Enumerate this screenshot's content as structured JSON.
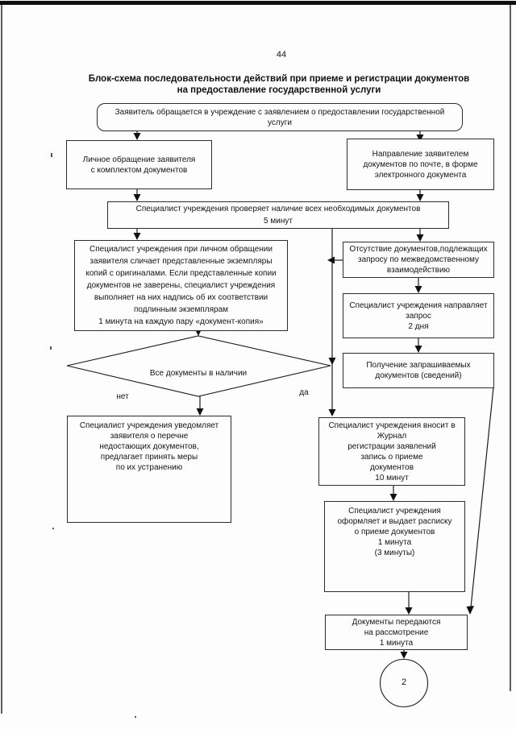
{
  "page": {
    "number": "44",
    "title": "Блок-схема последовательности действий при приеме и регистрации документов\nна предоставление государственной услуги"
  },
  "nodes": {
    "start": "Заявитель обращается в учреждение с заявлением о предоставлении государственной\nуслуги",
    "personal_visit": "Личное обращение заявителя\nс комплектом документов",
    "mail_submission": "Направление заявителем\nдокументов по почте, в форме\nэлектронного документа",
    "check_documents": "Специалист учреждения проверяет наличие всех необходимых документов\n5 минут",
    "compare_copies": "Специалист учреждения при личном обращении\nзаявителя сличает представленные экземпляры\nкопий с оригиналами. Если представленные копии\nдокументов не заверены, специалист учреждения\nвыполняет на них надпись об их соответствии\nподлинным экземплярам\n1 минута на каждую пару «документ-копия»",
    "missing_docs": "Отсутствие документов,подлежащих\nзапросу по межведомственному\nвзаимодействию",
    "send_request": "Специалист учреждения направляет\nзапрос\n2 дня",
    "receive_docs": "Получение запрашиваемых\nдокументов (сведений)",
    "decision": "Все документы в наличии",
    "label_no": "нет",
    "label_yes": "да",
    "notify_applicant": "Специалист учреждения уведомляет\nзаявителя о перечне\nнедостающих документов,\nпредлагает принять меры\nпо их устранению",
    "journal_entry": "Специалист учреждения вносит в\nЖурнал\nрегистрации заявлений\nзапись о приеме\nдокументов\n10 минут",
    "issue_receipt": "Специалист учреждения\nоформляет и выдает расписку\nо приеме документов\n1 минута\n(3 минуты)",
    "transfer_docs": "Документы передаются\nна рассмотрение\n1 минута",
    "connector_ref": "2"
  }
}
